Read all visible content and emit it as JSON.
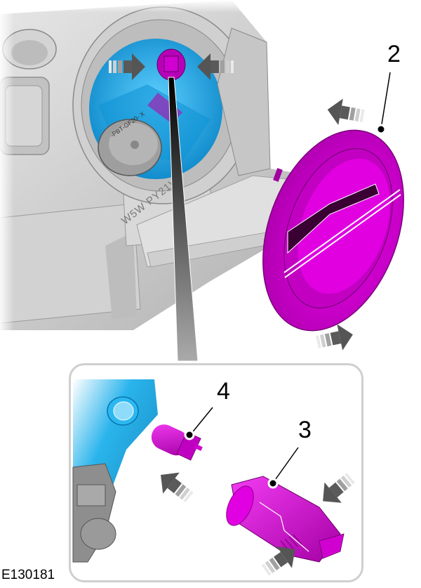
{
  "figure": {
    "id_label": "E130181",
    "description": "Headlamp housing: remove bulb access cover (2), release bulb holder (3) and remove bulb (4)"
  },
  "callouts": [
    {
      "number": "2",
      "target": "access-cover"
    },
    {
      "number": "3",
      "target": "bulb-holder"
    },
    {
      "number": "4",
      "target": "bulb"
    }
  ],
  "housing_marking": "W5W PY21W",
  "bulb_cap_marking": "-PBT-GF20- X",
  "colors": {
    "highlight_part": "#d400d4",
    "highlight_dark": "#3a0034",
    "reflector_blue": "#1aa8e6",
    "housing_grey": "#c8c8c8",
    "arrow_grey": "#555555",
    "inset_border": "#cfcfcf",
    "leader_line": "#000000"
  },
  "arrows": [
    {
      "name": "squeeze-left-arrow",
      "direction": "right"
    },
    {
      "name": "squeeze-right-arrow",
      "direction": "left"
    },
    {
      "name": "rotate-cover-top-arrow",
      "direction": "left"
    },
    {
      "name": "rotate-cover-bottom-arrow",
      "direction": "right"
    },
    {
      "name": "bulb-insert-arrow",
      "direction": "up-left"
    },
    {
      "name": "holder-squeeze-top-arrow",
      "direction": "down-left"
    },
    {
      "name": "holder-squeeze-bottom-arrow",
      "direction": "up-right"
    }
  ]
}
